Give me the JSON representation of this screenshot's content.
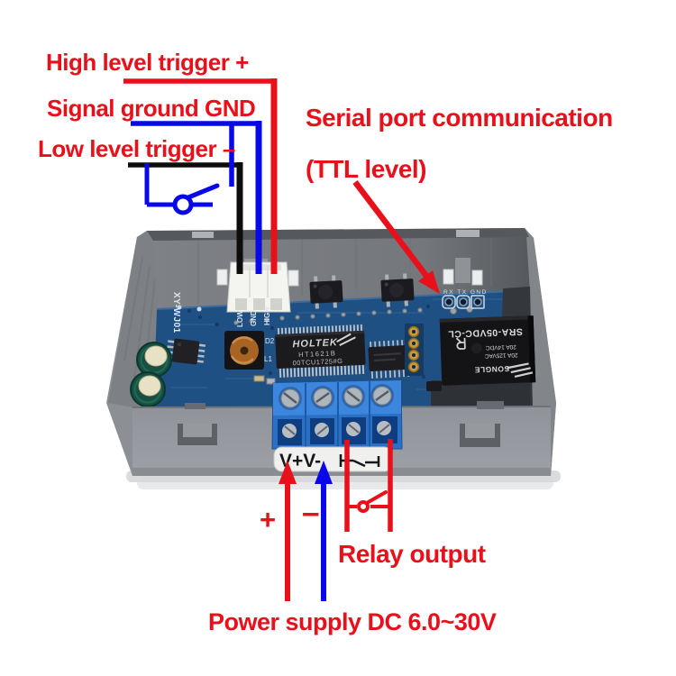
{
  "annotations": {
    "high_level_trigger": "High level trigger +",
    "signal_ground": "Signal ground GND",
    "low_level_trigger": "Low level trigger –",
    "serial_port_line1": "Serial port communication",
    "serial_port_line2": "(TTL level)",
    "relay_output": "Relay output",
    "power_supply": "Power supply DC 6.0~30V",
    "power_plus": "+",
    "power_minus": "–"
  },
  "board": {
    "model_silkscreen": "XY-WJ01",
    "trigger_pin_labels": [
      "LOW",
      "GND",
      "HIGH"
    ],
    "serial_header_label": "RX TX GND",
    "component_labels": {
      "d2": "D2",
      "l1": "L1"
    },
    "main_chip": {
      "brand": "HOLTEK",
      "part": "HT1621B",
      "lot": "00TCU1725#G"
    },
    "relay": {
      "part": "SRA-05VDC-CL",
      "rating_dc": "20A 14VDC",
      "rating_ac": "20A 125VAC",
      "brand": "SONGLE"
    },
    "terminal_strip_label": "V+V-"
  },
  "colors": {
    "annotation_red": "#e8111b",
    "wire_blue": "#0808e8",
    "wire_black": "#0d0d0d",
    "pcb_blue": "#1f5083",
    "terminal_blue": "#2a71c6",
    "case_gray": "#8c8f94",
    "relay_black": "#141417"
  }
}
